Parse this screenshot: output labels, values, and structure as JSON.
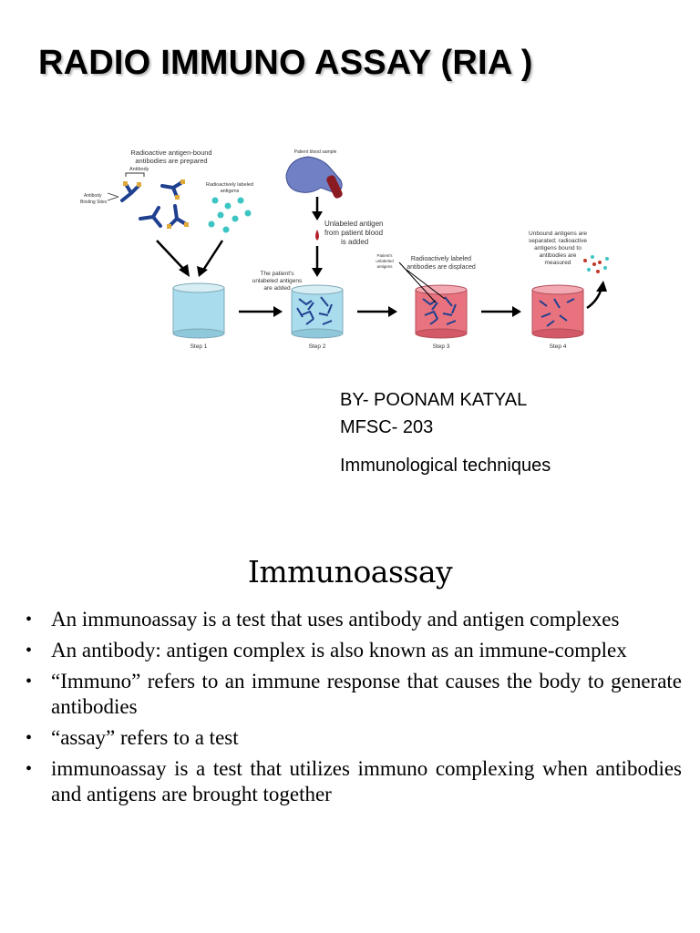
{
  "slide1": {
    "title": "RADIO IMMUNO ASSAY (RIA )",
    "figure_labels": {
      "prepared": [
        "Radioactive antigen-bound",
        "antibodies are prepared"
      ],
      "antibody": "Antibody",
      "binding_sites": [
        "Antibody",
        "Binding Sites"
      ],
      "labeled_antigens": [
        "Radioactively labeled",
        "antigens"
      ],
      "patient_sample": "Patient blood sample",
      "unlabeled_added": [
        "Unlabeled antigen",
        "from patient blood",
        "is added"
      ],
      "patients_unlabeled": [
        "The patient's",
        "unlabeled antigens",
        "are added"
      ],
      "patients_unlabeled_small": [
        "Patient's",
        "unlabeled",
        "antigens"
      ],
      "displaced": [
        "Radioactively labeled",
        "antibodies are displaced"
      ],
      "separated": [
        "Unbound antigens are",
        "separated; radioactive",
        "antigens bound to",
        "antibodies are",
        "measured"
      ],
      "steps": [
        "Step 1",
        "Step 2",
        "Step 3",
        "Step 4"
      ]
    },
    "author": "BY- POONAM KATYAL",
    "course": "MFSC- 203",
    "topic": "Immunological techniques"
  },
  "slide2": {
    "title": "Immunoassay",
    "bullet_symbol": "•",
    "bullets": [
      "An immunoassay is a test that uses antibody and antigen complexes",
      "An antibody: antigen complex is also known as an immune-complex",
      "“Immuno” refers to an immune response that causes the body to generate antibodies",
      "“assay” refers to a test",
      "immunoassay is a test that utilizes immuno complexing when antibodies and antigens are brought together"
    ]
  },
  "colors": {
    "blue_fluid": "#a9dcec",
    "red_fluid": "#e8737f",
    "antibody_blue": "#1f3f8f",
    "antigen_teal": "#3cc5c3",
    "glove": "#6f80c4"
  }
}
